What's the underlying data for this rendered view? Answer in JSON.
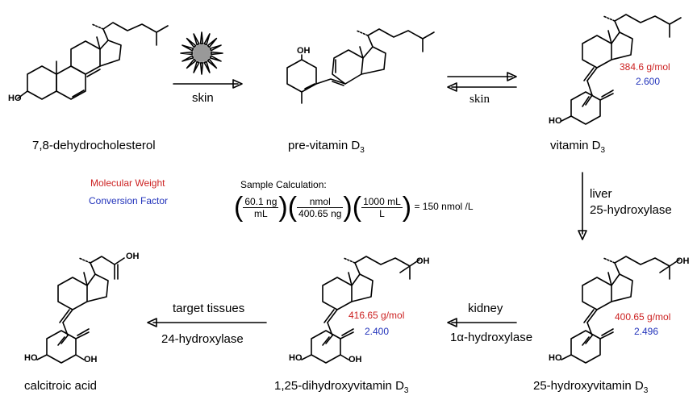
{
  "compounds": {
    "c1_name": "7,8-dehydrocholesterol",
    "c2_name": "pre-vitamin D",
    "c2_sub": "3",
    "c3_name": "vitamin D",
    "c3_sub": "3",
    "c4_name": "25-hydroxyvitamin D",
    "c4_sub": "3",
    "c5_name": "1,25-dihydroxyvitamin D",
    "c5_sub": "3",
    "c6_name": "calcitroic acid"
  },
  "values": {
    "c3_mw": "384.6 g/mol",
    "c3_cf": "2.600",
    "c4_mw": "400.65 g/mol",
    "c4_cf": "2.496",
    "c5_mw": "416.65 g/mol",
    "c5_cf": "2.400"
  },
  "arrows": {
    "a1": "skin",
    "a2": "skin",
    "a3_line1": "liver",
    "a3_line2": "25-hydroxylase",
    "a4_line1": "kidney",
    "a4_line2": "1α-hydroxylase",
    "a5_line1": "target tissues",
    "a5_line2": "24-hydroxylase"
  },
  "atoms": {
    "ho": "HO",
    "oh": "OH"
  },
  "legend": {
    "mw": "Molecular Weight",
    "cf": "Conversion Factor"
  },
  "calc": {
    "title": "Sample Calculation:",
    "f1_num": "60.1 ng",
    "f1_den": "mL",
    "f2_num": "nmol",
    "f2_den": "400.65 ng",
    "f3_num": "1000 mL",
    "f3_den": "L",
    "result": "= 150 nmol /L"
  },
  "colors": {
    "mw": "#cc2222",
    "cf": "#2233bb",
    "sun": "#999999"
  },
  "icons": [
    "sun-icon"
  ]
}
